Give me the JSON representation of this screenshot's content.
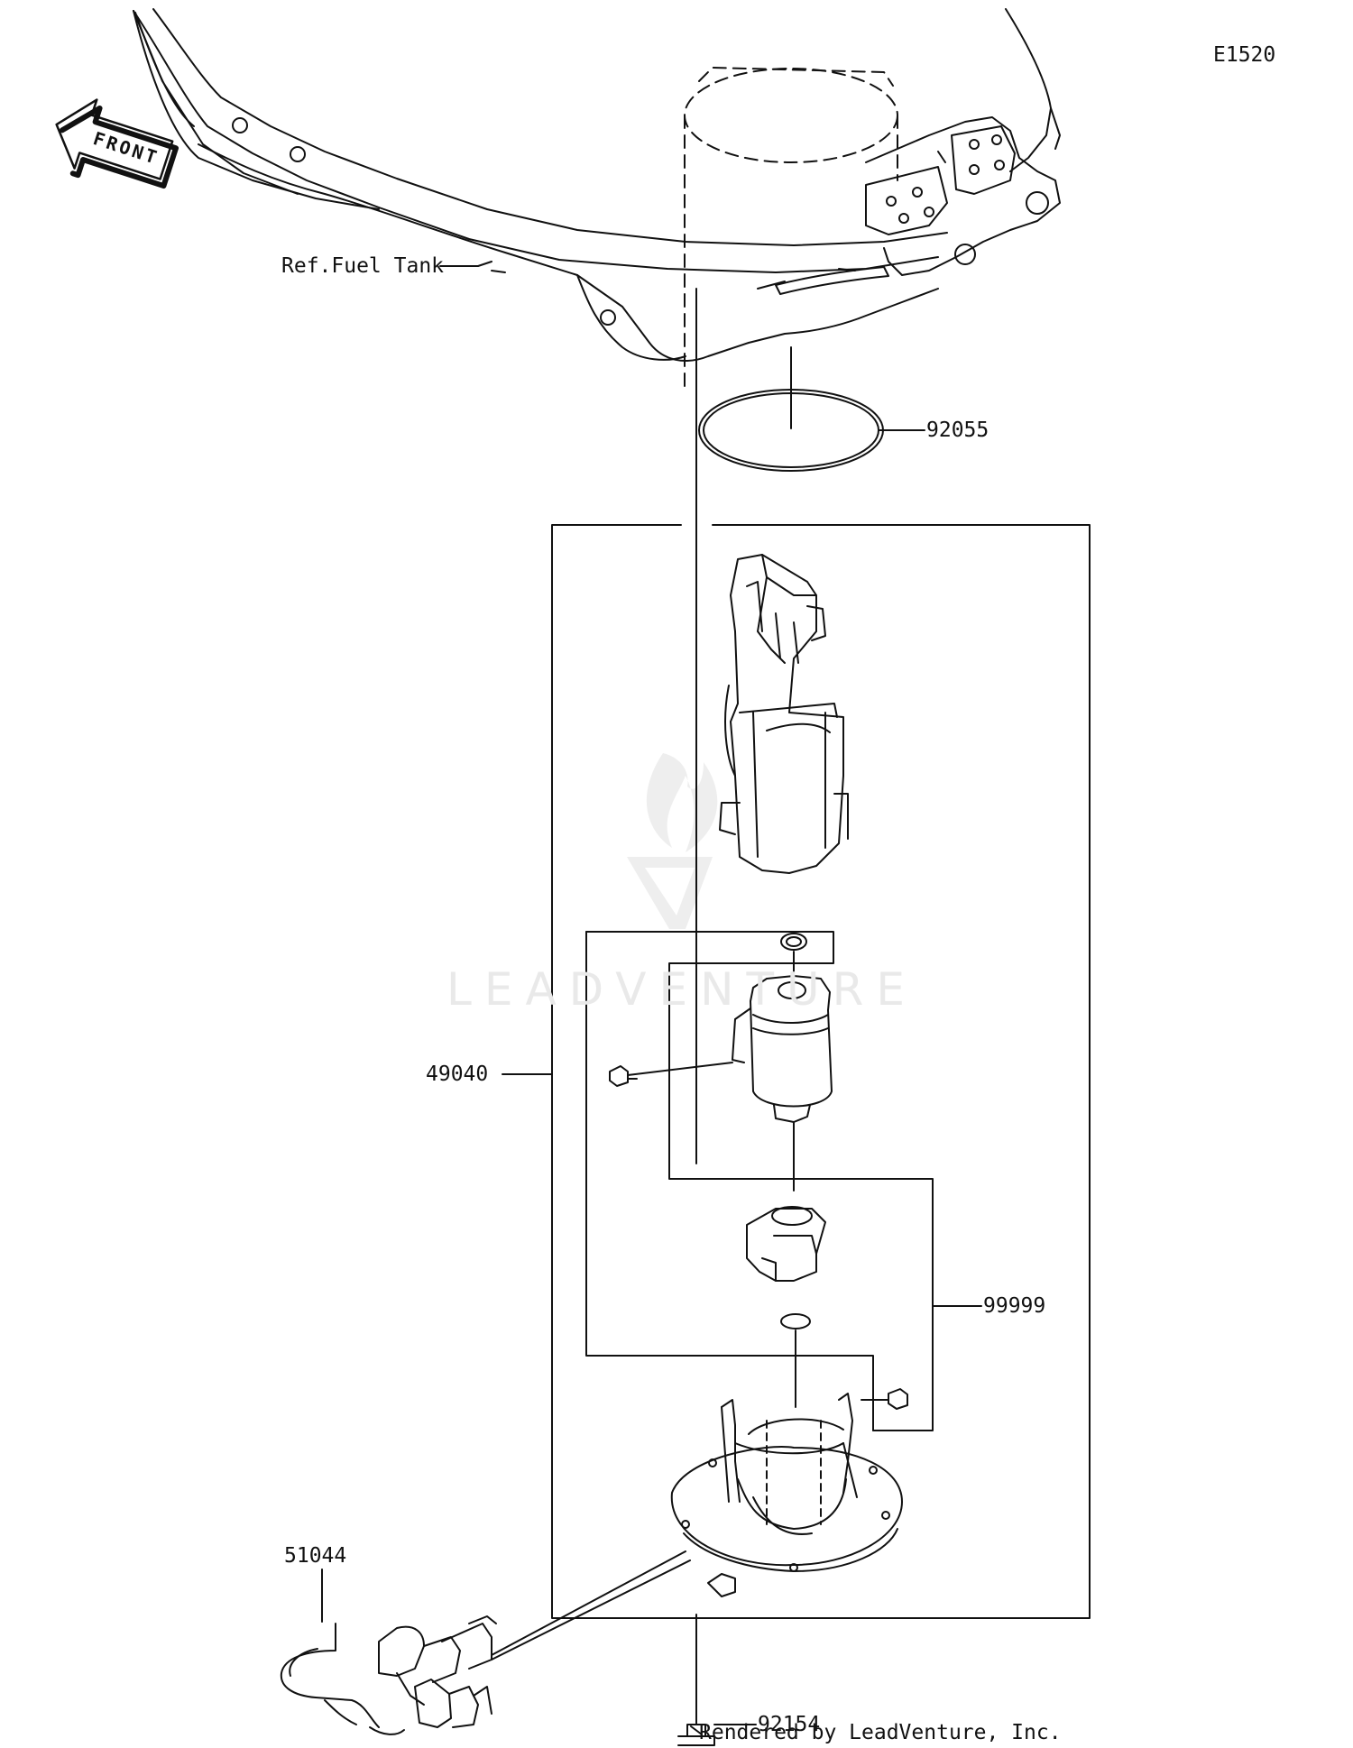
{
  "diagram_code": "E1520",
  "front_arrow_label": "FRONT",
  "ref_label": "Ref.Fuel Tank",
  "callouts": [
    {
      "id": "92055"
    },
    {
      "id": "49040"
    },
    {
      "id": "99999"
    },
    {
      "id": "51044"
    },
    {
      "id": "92154"
    }
  ],
  "watermark": "LEADVENTURE",
  "credit": "Rendered by LeadVenture, Inc."
}
